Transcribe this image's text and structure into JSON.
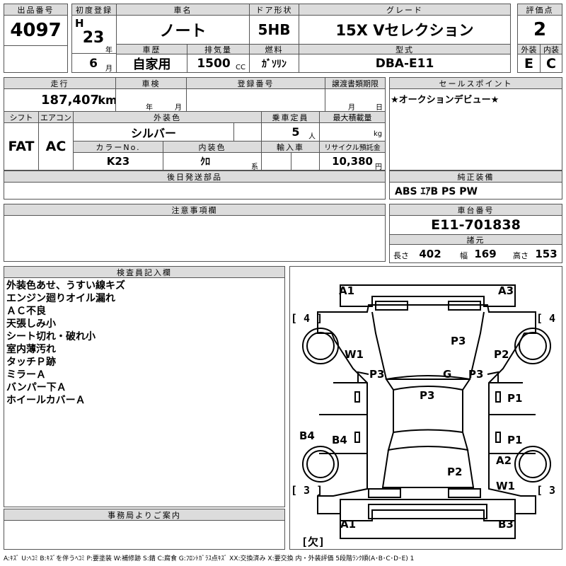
{
  "header": {
    "lot_label": "出品番号",
    "lot_no": "4097",
    "first_reg_label": "初度登録",
    "era": "H",
    "reg_year": "23",
    "year_unit": "年",
    "reg_month": "6",
    "month_unit": "月",
    "car_name_label": "車名",
    "car_name": "ノート",
    "door_label": "ドア形状",
    "door": "5HB",
    "grade_label": "グレード",
    "grade": "15X Vセレクション",
    "score_label": "評価点",
    "score": "2",
    "history_label": "車歴",
    "history": "自家用",
    "displacement_label": "排気量",
    "displacement": "1500",
    "cc": "CC",
    "fuel_label": "燃料",
    "fuel": "ｶﾞｿﾘﾝ",
    "model_label": "型式",
    "model": "DBA-E11",
    "ext_label": "外装",
    "ext": "E",
    "int_label": "内装",
    "int": "C"
  },
  "spec": {
    "mileage_label": "走行",
    "mileage": "187,407",
    "km": "km",
    "inspection_label": "車検",
    "year": "年",
    "month": "月",
    "reg_no_label": "登録番号",
    "transfer_label": "譲渡書類期限",
    "t_month": "月",
    "t_day": "日",
    "shift_label": "シフト",
    "shift": "FAT",
    "ac_label": "エアコン",
    "ac": "AC",
    "ext_color_label": "外装色",
    "ext_color": "シルバー",
    "capacity_label": "乗車定員",
    "capacity": "5",
    "person_unit": "人",
    "load_label": "最大積載量",
    "kg": "kg",
    "color_no_label": "カラーNo.",
    "color_no": "K23",
    "int_color_label": "内装色",
    "int_color": "ｸﾛ",
    "int_suffix": "系",
    "import_label": "輸入車",
    "recycle_label": "リサイクル預託金",
    "recycle": "10,380",
    "yen": "円"
  },
  "sales_point_label": "セールスポイント",
  "sales_point": "★オークションデビュー★",
  "later_parts_label": "後日発送部品",
  "equipment_label": "純正装備",
  "equipment": "ABS ｴｱB PS PW",
  "caution_label": "注意事項欄",
  "chassis_label": "車台番号",
  "chassis_no": "E11-701838",
  "dims_label": "諸元",
  "dims": {
    "len_label": "長さ",
    "len": "402",
    "wid_label": "幅",
    "wid": "169",
    "hei_label": "高さ",
    "hei": "153"
  },
  "inspector_label": "検査員記入欄",
  "inspector_notes": [
    "外装色あせ、うすい線キズ",
    "エンジン廻りオイル漏れ",
    "ＡＣ不良",
    "天張しみ小",
    "シート切れ・破れ小",
    "室内薄汚れ",
    "タッチＰ跡",
    "ミラーＡ",
    "バンパー下Ａ",
    "ホイールカバーＡ"
  ],
  "office_label": "事務局よりご案内",
  "diagram": {
    "marks": {
      "a1_top": "A1",
      "a3_top": "A3",
      "w1_left": "W1",
      "p3_hood": "P3",
      "p2_right": "P2",
      "p3_left": "P3",
      "g": "G",
      "p3_right": "P3",
      "p3_roof": "P3",
      "p1_right_top": "P1",
      "b4_edge": "B4",
      "b4_door": "B4",
      "p1_right_bottom": "P1",
      "a2_right": "A2",
      "p2_rear": "P2",
      "w1_right": "W1",
      "a1_bottom": "A1",
      "b3_bottom": "B3"
    },
    "tire_tl": "[ 4 ]",
    "tire_tr": "[ 4 ]",
    "tire_bl": "[ 3 ]",
    "tire_br": "[ 3 ]",
    "spare": "[欠]"
  },
  "legend": "A:ｷｽﾞ U:ﾍｺﾐ B:ｷｽﾞを伴うﾍｺﾐ P:要塗装 W:補修跡 S:錆 C:腐食 G:ﾌﾛﾝﾄｶﾞﾗｽ点ｷｽﾞ XX:交換済み X:要交換 内・外装評価 5段階ﾗﾝｸ順(A･B･C･D･E) 1"
}
